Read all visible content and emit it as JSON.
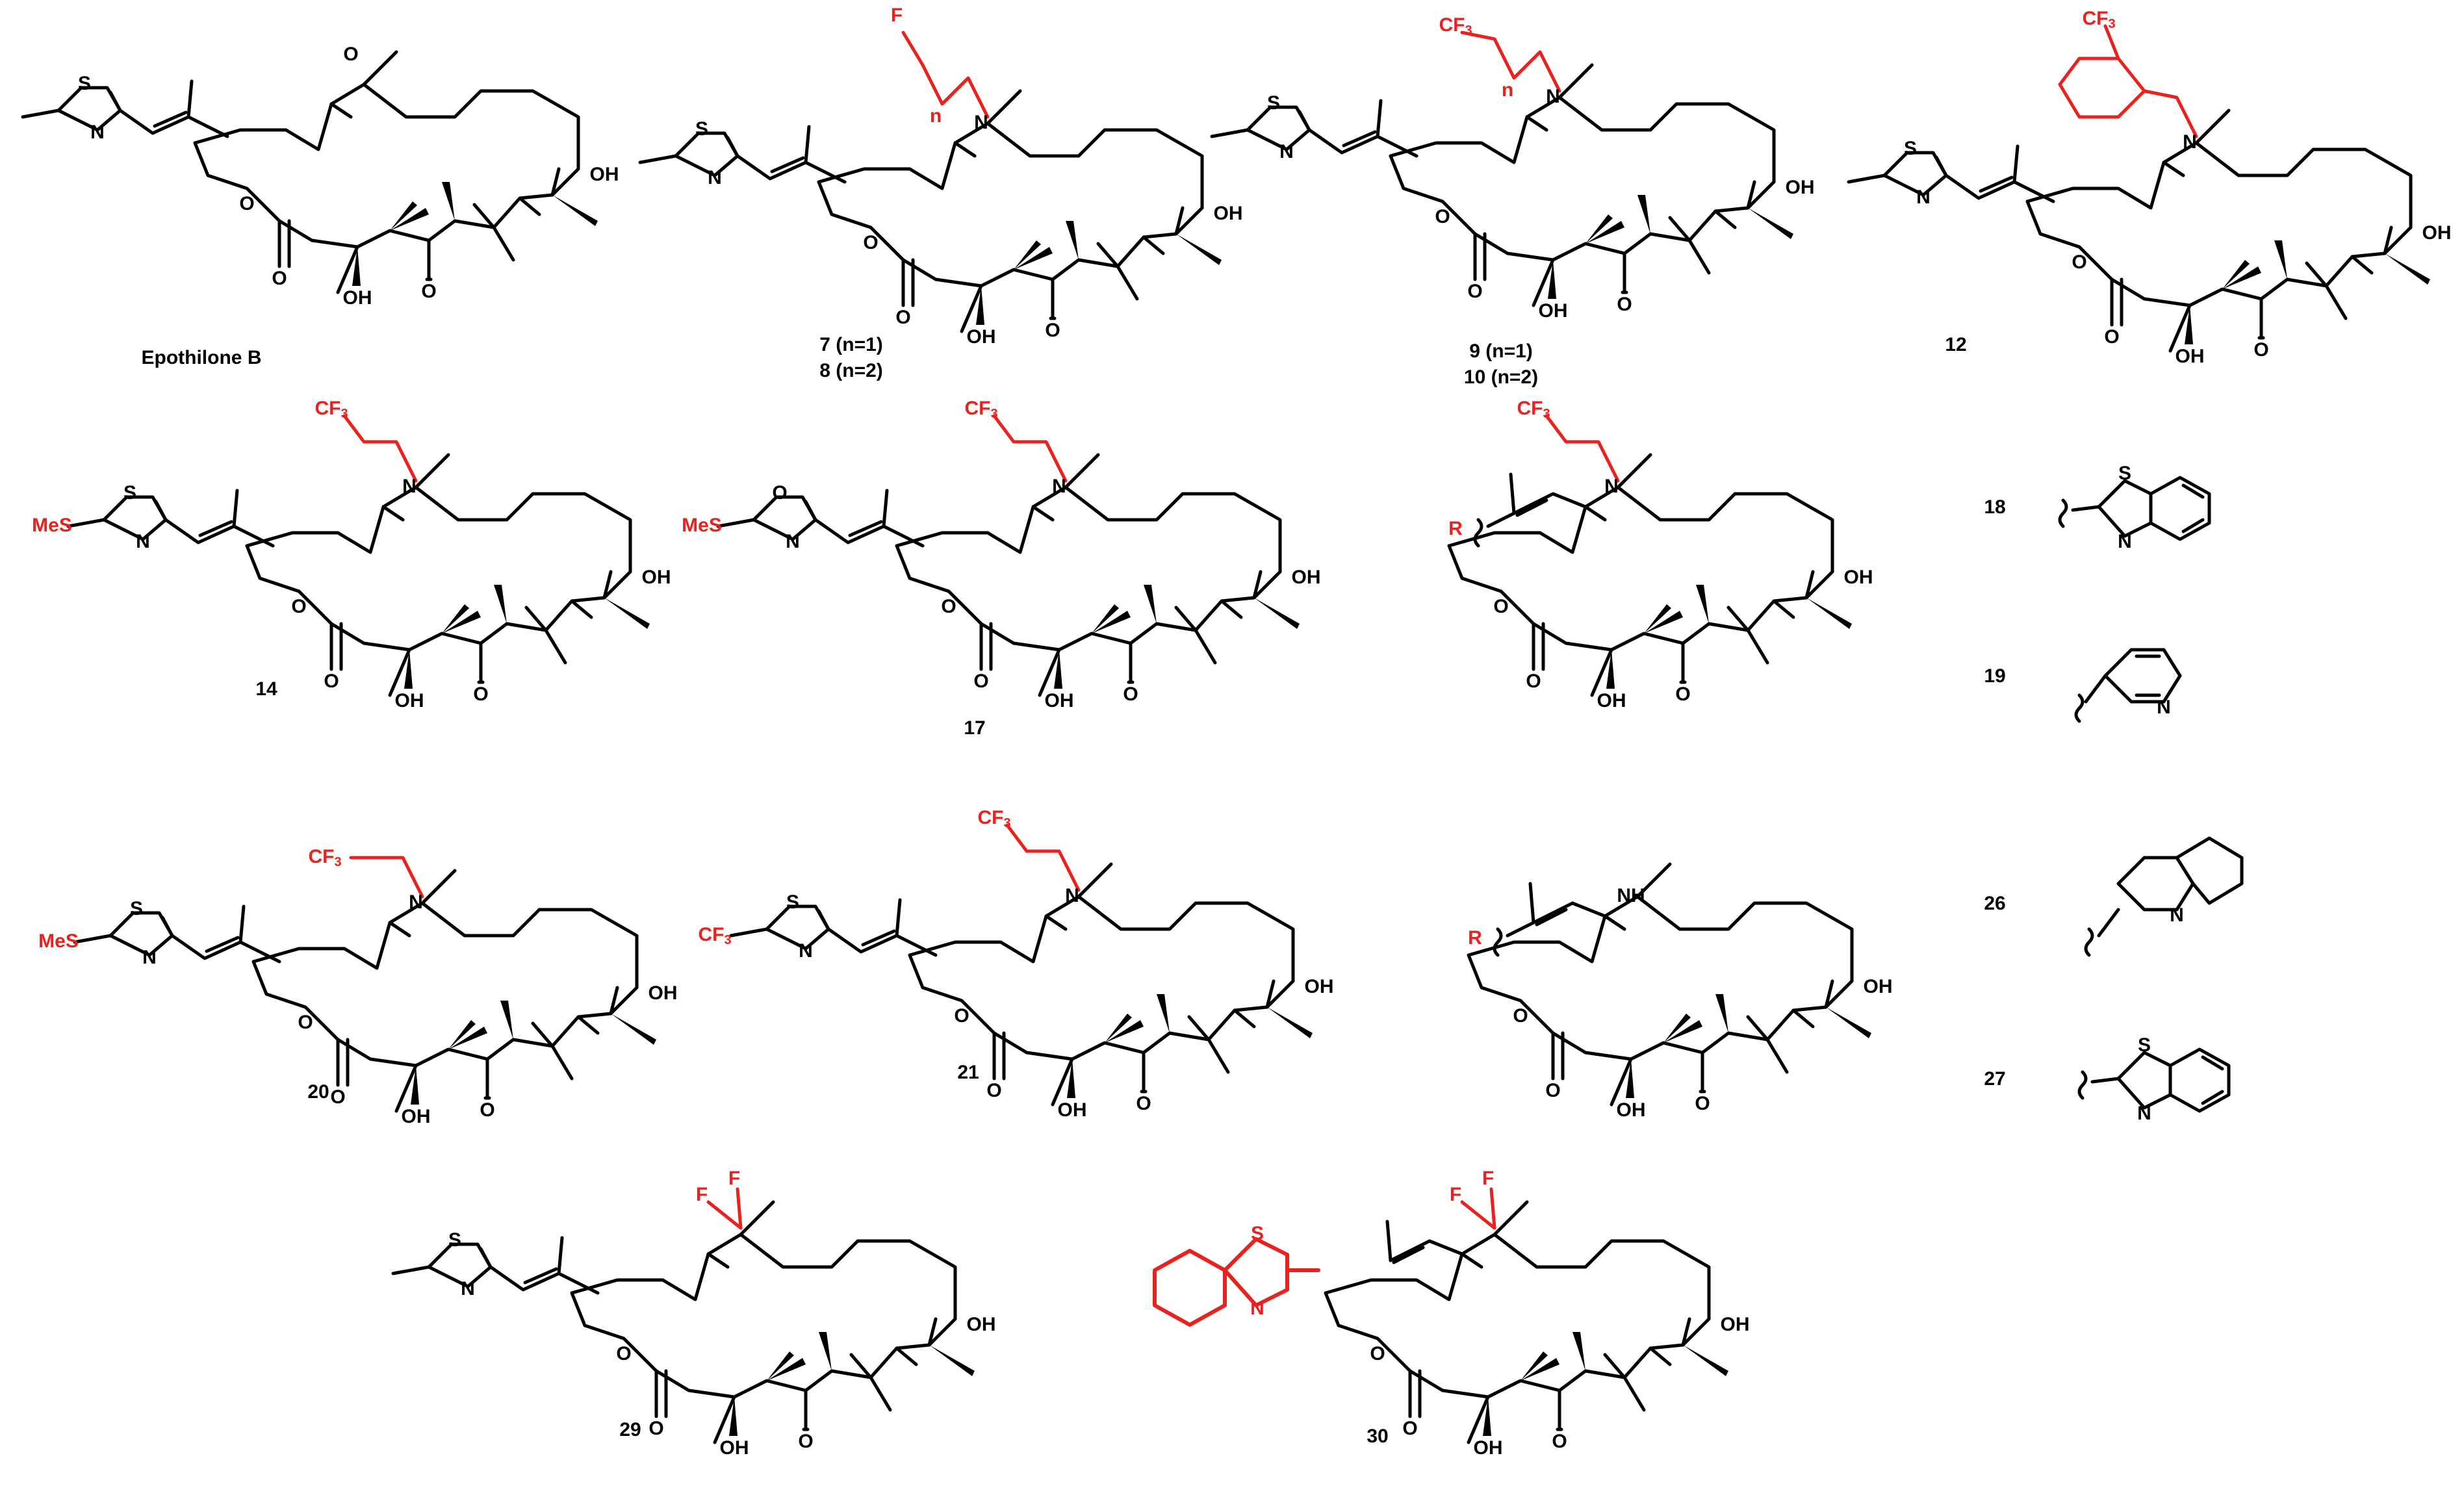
{
  "atoms": {
    "S": "S",
    "N": "N",
    "O": "O",
    "OH": "OH",
    "F": "F",
    "NH": "NH",
    "R": "R",
    "MeS": "MeS",
    "CF3": "CF3",
    "CF3_sub": "3",
    "n": "n"
  },
  "compounds": {
    "epoB": "Epothilone B",
    "c7": "7 (n=1)",
    "c8": "8 (n=2)",
    "c9": "9 (n=1)",
    "c10": "10 (n=2)",
    "c12": "12",
    "c14": "14",
    "c17": "17",
    "c18": "18",
    "c19": "19",
    "c20": "20",
    "c21": "21",
    "c26": "26",
    "c27": "27",
    "c29": "29",
    "c30": "30"
  },
  "colors": {
    "modification": "#e8221e",
    "core": "#000000"
  }
}
